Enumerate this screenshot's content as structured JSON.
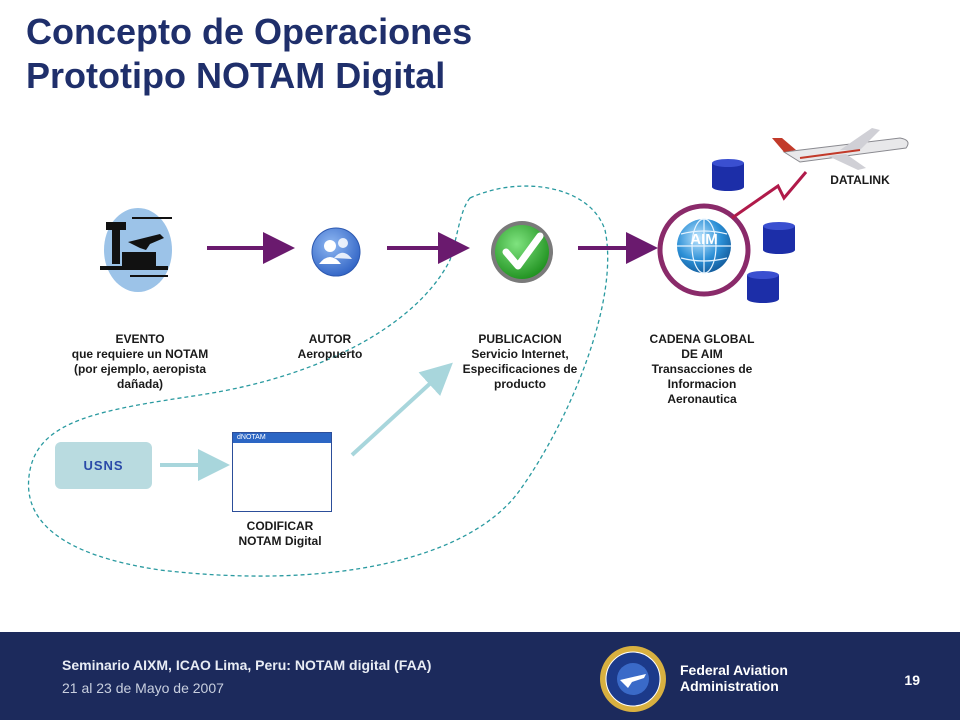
{
  "slide": {
    "title_line1": "Concepto de Operaciones",
    "title_line2": "Prototipo NOTAM Digital"
  },
  "nodes": {
    "evento": {
      "line1": "EVENTO",
      "line2": "que requiere un NOTAM",
      "line3": "(por ejemplo, aeropista",
      "line4": "dañada)",
      "icon": "airport-tower-icon"
    },
    "autor": {
      "line1": "AUTOR",
      "line2": "Aeropuerto",
      "icon": "users-icon"
    },
    "publicacion": {
      "line1": "PUBLICACION",
      "line2": "Servicio Internet,",
      "line3": "Especificaciones de",
      "line4": "producto",
      "icon": "checkmark-icon"
    },
    "cadena": {
      "line1": "CADENA GLOBAL",
      "line2": "DE AIM",
      "line3": "Transacciones de",
      "line4": "Informacion",
      "line5": "Aeronautica",
      "icon": "globe-icon",
      "badge": "AIM"
    },
    "datalink": {
      "label": "DATALINK",
      "icon": "airplane-icon"
    },
    "usns": {
      "label": "USNS"
    },
    "codificar": {
      "line1": "CODIFICAR",
      "line2": "NOTAM Digital",
      "window_title": "dNOTAM"
    }
  },
  "footer": {
    "line1": "Seminario AIXM, ICAO Lima, Peru: NOTAM digital (FAA)",
    "line2": "21 al 23 de Mayo de 2007",
    "org_line1": "Federal Aviation",
    "org_line2": "Administration",
    "page_number": "19",
    "seal_icon": "faa-seal-icon"
  },
  "colors": {
    "title": "#1f2f6b",
    "arrow": "#6a1a6e",
    "footer_bg": "#1c2a5c",
    "dashed_outline": "#2a9aa0",
    "usns_bg": "#b9dbe0"
  }
}
